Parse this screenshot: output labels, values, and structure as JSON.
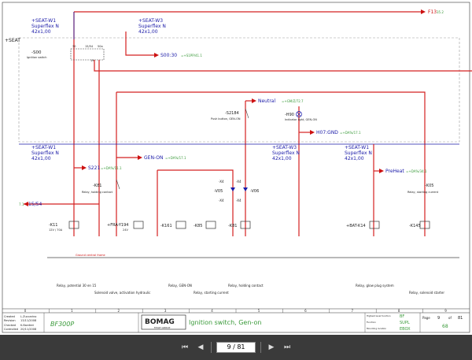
{
  "sheet": {
    "seat_left_label": "+SEAT",
    "top_left_box": {
      "name": "+SEAT-W1",
      "type": "Superflex N",
      "size": "42x1,00"
    },
    "top_mid_box": {
      "name": "+SEAT-W3",
      "type": "Superflex N",
      "size": "42x1,00"
    },
    "f13": {
      "label": "F13",
      "ref": "35.2"
    },
    "s00": {
      "label": "-S00",
      "desc": "Ignition switch",
      "pins": [
        "30",
        "15/54",
        "50a",
        "19"
      ]
    },
    "s0030": {
      "label": "S00:30",
      "ref": "=+S1PP/41.1"
    },
    "neutral": {
      "label": "Neutral",
      "ref": "=+GM/Z/72.7"
    },
    "s2184": {
      "label": "-S2184",
      "desc": "Push button, GEN-ON"
    },
    "h90": {
      "label": "-H90",
      "desc": "Indicator light, GEN-ON"
    },
    "h07": {
      "label": "H07:GND",
      "ref": "=+DA%/17.1"
    },
    "seat_w1_b": {
      "name": "+SEAT-W1",
      "type": "Superflex N",
      "size": "42x1,00"
    },
    "seat_w3_b": {
      "name": "+SEAT-W3",
      "type": "Superflex N",
      "size": "42x1,00"
    },
    "seat_w1_c": {
      "name": "+SEAT-W1",
      "type": "Superflex N",
      "size": "42x1,00"
    },
    "s221": {
      "label": "S221",
      "ref": "=+DA%/11.1"
    },
    "gen_on": {
      "label": "GEN-ON",
      "ref": "=+DA%/17.1"
    },
    "preheat": {
      "label": "PreHeat",
      "ref": "=+DA%/34.1"
    },
    "k81": {
      "label": "-K81",
      "desc": "Relay, holding contact"
    },
    "k05_top": {
      "label": "-K05",
      "desc": "Relay, starting current"
    },
    "v05": "-V05",
    "v06": "-V06",
    "x4_labels": [
      "-X4",
      "-X4",
      "-X4",
      "-X4"
    ],
    "out_1554": {
      "label": "15/54",
      "ref": "7.1"
    },
    "components": [
      {
        "label": "-K11",
        "sub": "12V / 70A"
      },
      {
        "label": "+FRA-Y194",
        "sub": "24V"
      },
      {
        "label": "-K161",
        "sub": ""
      },
      {
        "label": "-K85",
        "sub": ""
      },
      {
        "label": "-K81",
        "sub": ""
      },
      {
        "label": "+BAT-K14",
        "sub": ""
      },
      {
        "label": "-K145",
        "sub": ""
      }
    ],
    "ground_ref": "Ground central frame",
    "bottom_desc": [
      "Relay, potential 30 en 15",
      "Solenoid valve, activation hydraulic",
      "Relay, GEN-ON",
      "Relay, starting current",
      "Relay, holding contact",
      "Relay, glow plug system",
      "Relay, solenoid starter"
    ],
    "column_numbers": [
      "0",
      "1",
      "2",
      "3",
      "4",
      "5",
      "6",
      "7",
      "8",
      "9"
    ],
    "title_block": {
      "created_label": "Created",
      "created_name": "L.Zuccarino",
      "created_date": "13/11/2008",
      "revision_label": "Revision",
      "revision_name": "L.Zuccarino",
      "revision_date": "13/11/2008",
      "checked_label": "Checked",
      "checked_name": "K.Bardieri",
      "checked_date": "20/11/2008",
      "controlled_label": "Controlled",
      "controlled_name": "K.Bardieri",
      "controlled_date": "20/11/2008",
      "model": "BF300P",
      "brand": "BOMAG",
      "brand_sub": "FAYAT GROUP",
      "sheet_title": "Ignition switch, Gen-on",
      "fields": [
        {
          "k": "Highest level function",
          "v": "BF"
        },
        {
          "k": "Function",
          "v": "SUPL"
        },
        {
          "k": "Mounting location",
          "v": "EBOX"
        }
      ],
      "page_label": "Page",
      "page": "9",
      "of_label": "of",
      "total": "81",
      "sheet_no": "68"
    }
  },
  "viewer": {
    "page_display": "9 / 81",
    "icons": [
      "first-page-icon",
      "prev-page-icon",
      "next-page-icon",
      "last-page-icon"
    ]
  }
}
